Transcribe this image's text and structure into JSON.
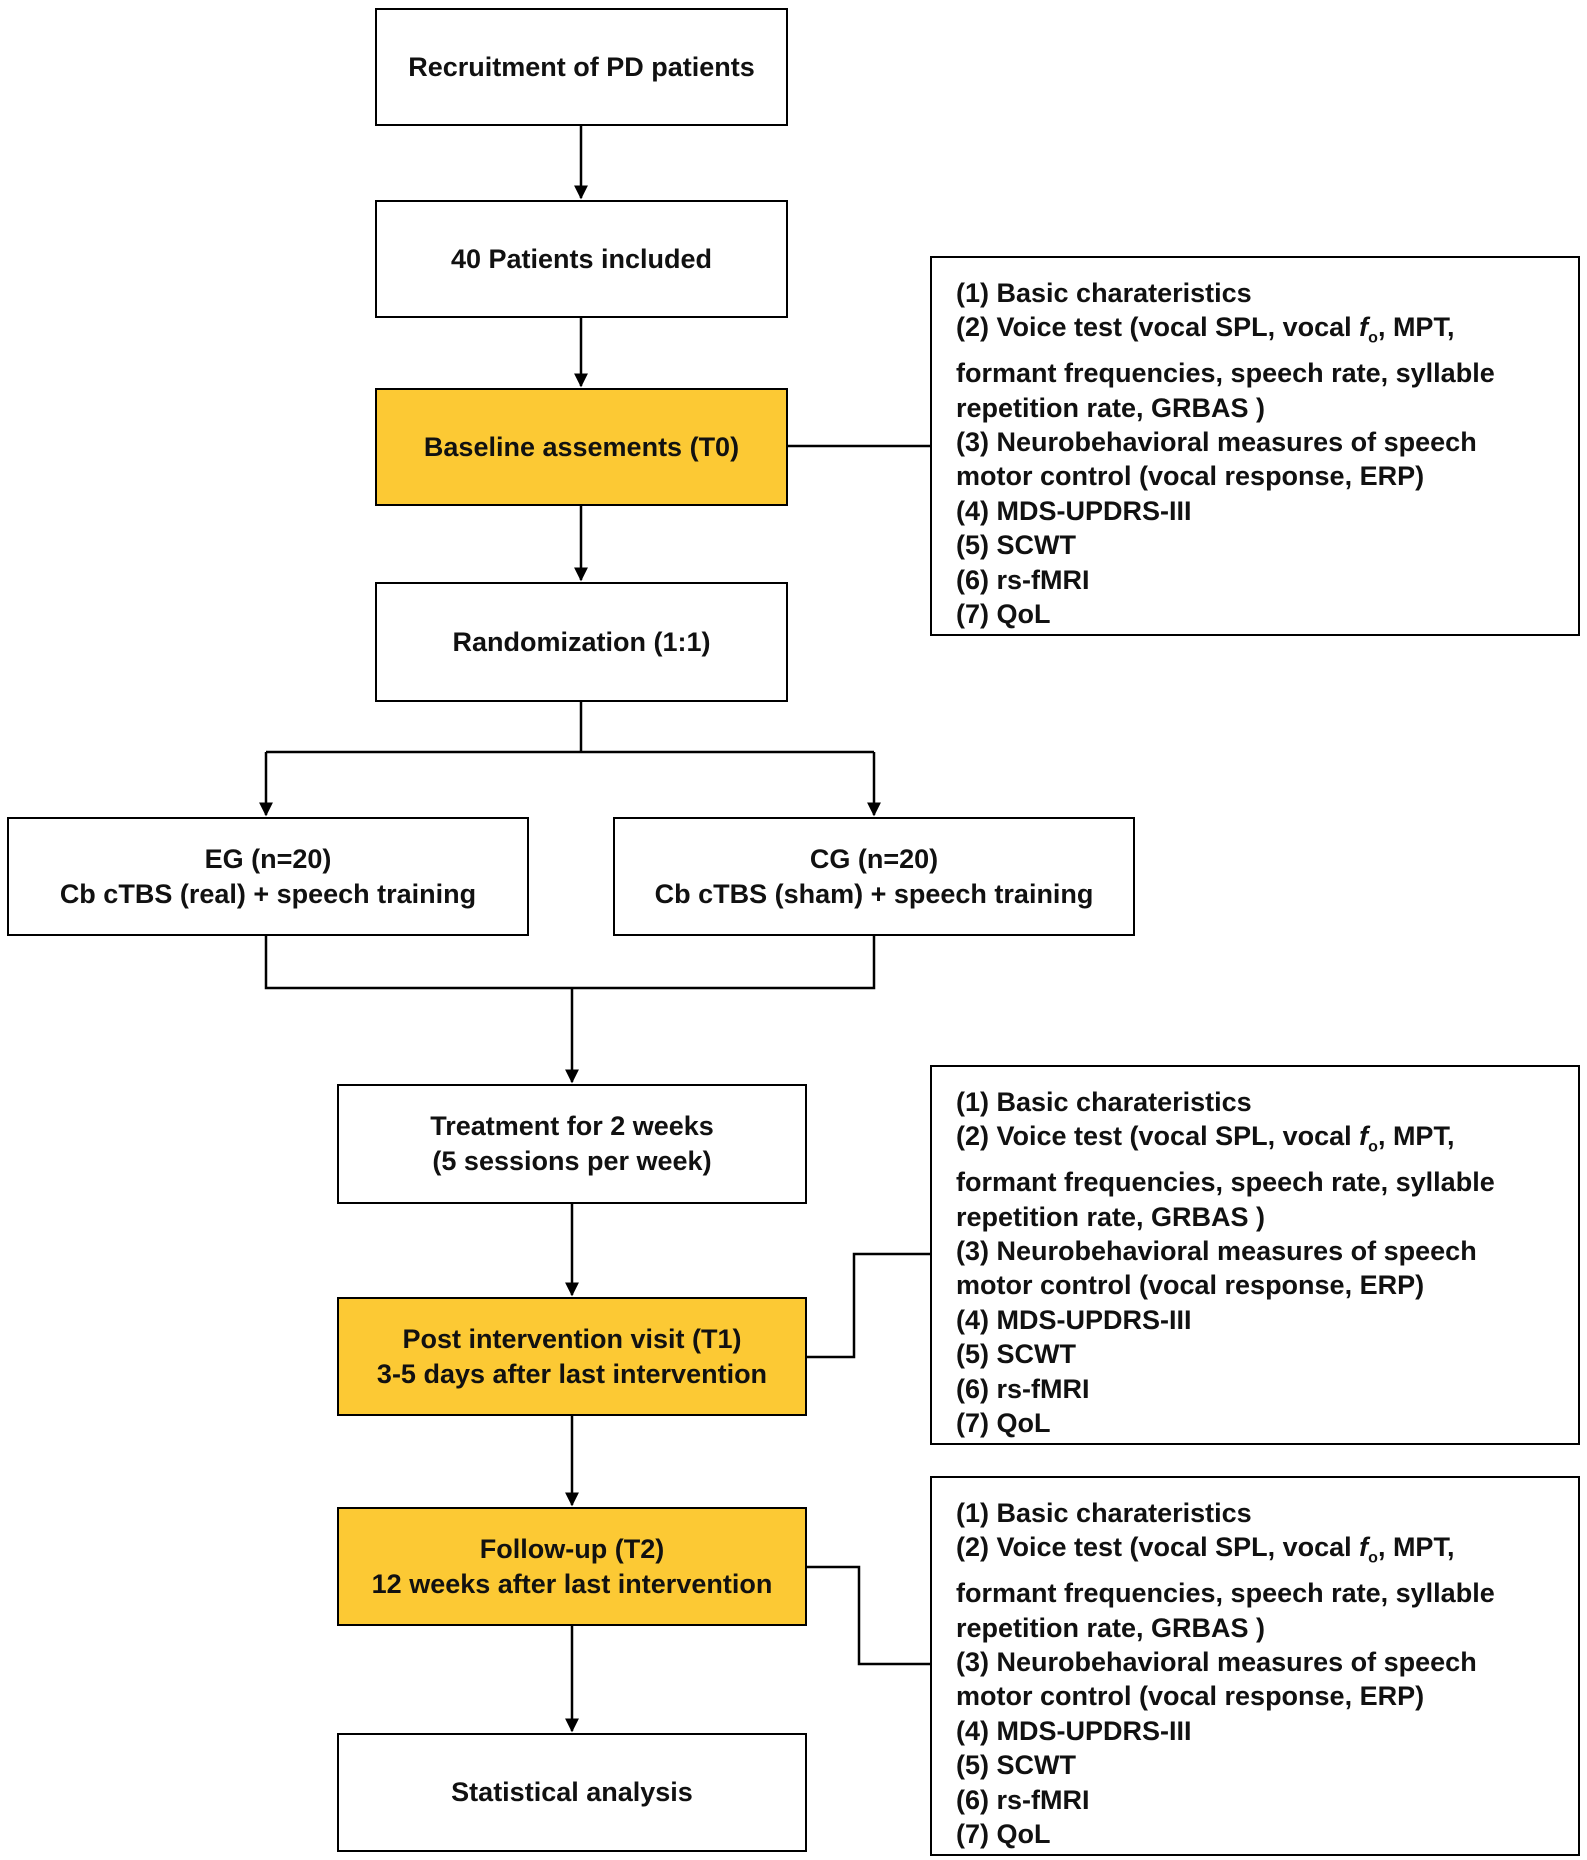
{
  "flow": {
    "recruitment": "Recruitment of PD patients",
    "included": "40 Patients included",
    "baseline": "Baseline assements (T0)",
    "randomization": "Randomization (1:1)",
    "eg_line1": "EG (n=20)",
    "eg_line2": "Cb cTBS (real) + speech training",
    "cg_line1": "CG (n=20)",
    "cg_line2": "Cb cTBS (sham) + speech training",
    "treatment_line1": "Treatment for 2 weeks",
    "treatment_line2": "(5 sessions per week)",
    "post_line1": "Post intervention visit (T1)",
    "post_line2": "3-5 days after last intervention",
    "followup_line1": "Follow-up (T2)",
    "followup_line2": "12 weeks after last intervention",
    "stats": "Statistical analysis"
  },
  "measures": {
    "m1": "(1) Basic charateristics",
    "m2a": "(2) Voice test (vocal SPL, vocal ",
    "m2_f": "f",
    "m2_sub": "o",
    "m2b": ", MPT,",
    "m2c": "formant frequencies, speech rate, syllable",
    "m2d": "repetition rate, GRBAS )",
    "m3a": "(3) Neurobehavioral measures of speech",
    "m3b": "motor control (vocal response, ERP)",
    "m4": "(4) MDS-UPDRS-III",
    "m5": "(5) SCWT",
    "m6": "(6) rs-fMRI",
    "m7": "(7) QoL"
  },
  "colors": {
    "highlight": "#fcc934",
    "line": "#000000"
  }
}
